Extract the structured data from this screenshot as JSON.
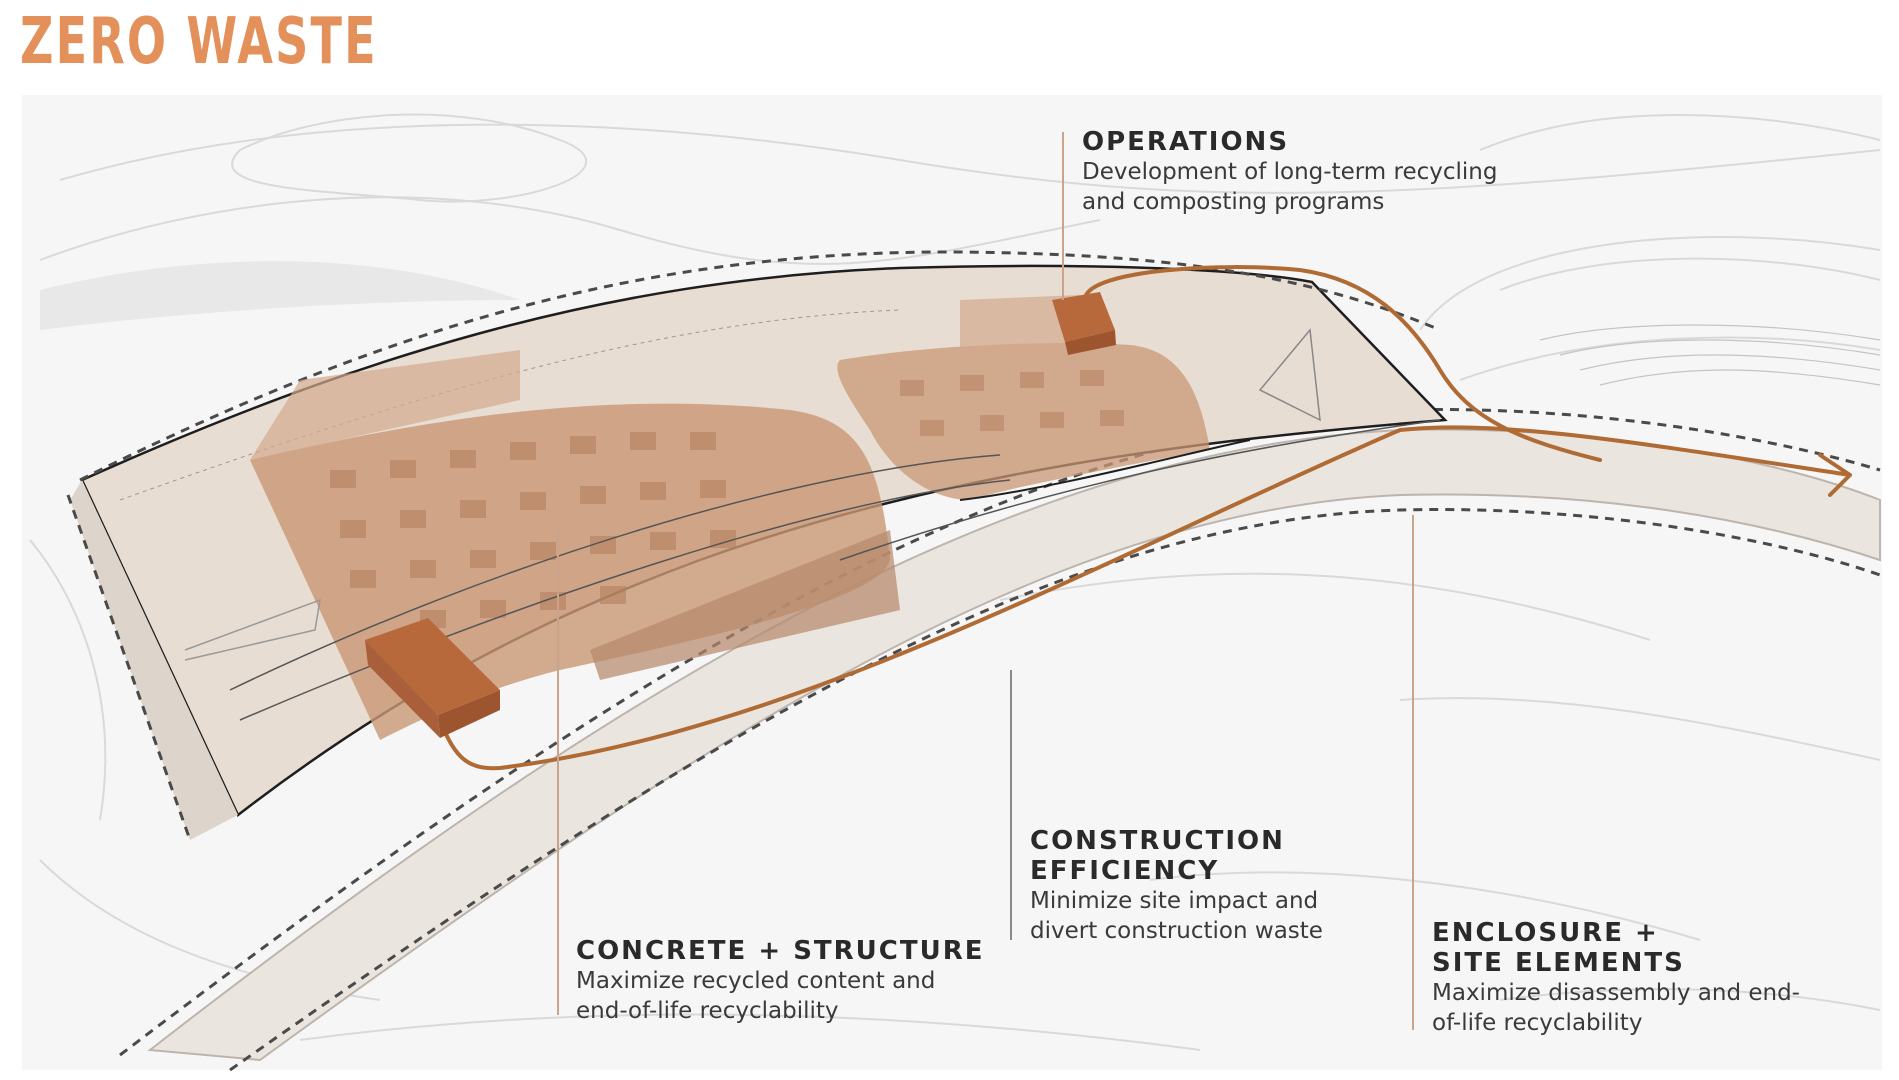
{
  "title": "ZERO WASTE",
  "colors": {
    "title": "#e3905a",
    "path": "#b06b35",
    "block": "#c8825a",
    "leader_warm": "#c9a48a",
    "leader_gray": "#8a8a8a"
  },
  "callouts": {
    "operations": {
      "heading": "OPERATIONS",
      "line1": "Development of long-term recycling",
      "line2": "and composting programs"
    },
    "construction": {
      "heading1": "CONSTRUCTION",
      "heading2": "EFFICIENCY",
      "line1": "Minimize site impact and",
      "line2": "divert construction waste"
    },
    "concrete": {
      "heading": "CONCRETE + STRUCTURE",
      "line1": "Maximize recycled content and",
      "line2": "end-of-life recyclability"
    },
    "enclosure": {
      "heading1": "ENCLOSURE +",
      "heading2": "SITE ELEMENTS",
      "line1": "Maximize disassembly and end-",
      "line2": "of-life recyclability"
    }
  }
}
